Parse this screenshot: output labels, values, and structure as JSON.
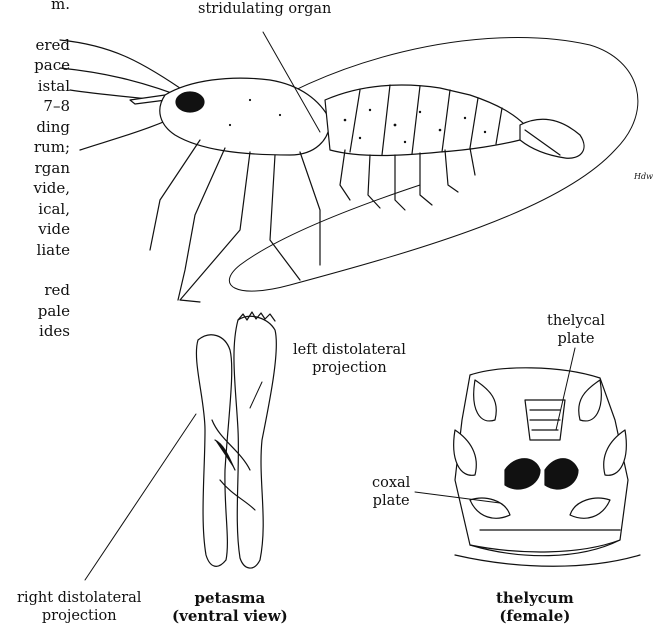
{
  "text_fragments": [
    "m.",
    "ered",
    "pace",
    "istal",
    "7–8",
    "ding",
    "rum;",
    "rgan",
    "vide,",
    "ical,",
    "vide",
    "liate",
    "",
    "red",
    "pale",
    "ides"
  ],
  "labels": {
    "stridulating_organ": "stridulating organ",
    "thelycal_plate": [
      "thelycal",
      "plate"
    ],
    "left_distolateral": [
      "left distolateral",
      "projection"
    ],
    "coxal_plate": [
      "coxal",
      "plate"
    ],
    "right_distolateral": [
      "right distolateral",
      "projection"
    ],
    "signature": "Hdw"
  },
  "captions": {
    "petasma": [
      "petasma",
      "(ventral view)"
    ],
    "thelycum": [
      "thelycum",
      "(female)"
    ]
  }
}
